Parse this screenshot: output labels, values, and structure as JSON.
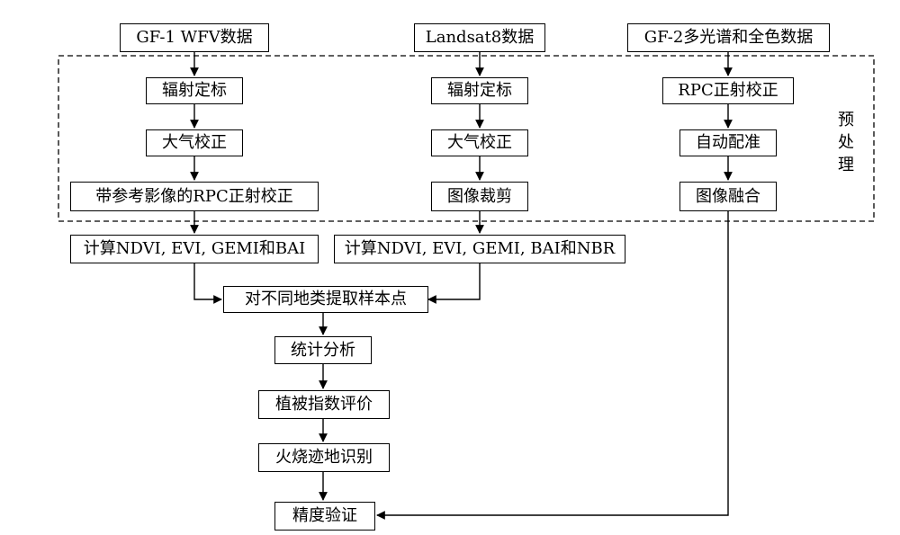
{
  "sources": {
    "gf1": "GF-1 WFV数据",
    "landsat": "Landsat8数据",
    "gf2": "GF-2多光谱和全色数据"
  },
  "preprocess": {
    "label_chars": [
      "预",
      "处",
      "理"
    ],
    "gf1_steps": [
      "辐射定标",
      "大气校正",
      "带参考影像的RPC正射校正"
    ],
    "landsat_steps": [
      "辐射定标",
      "大气校正",
      "图像裁剪"
    ],
    "gf2_steps": [
      "RPC正射校正",
      "自动配准",
      "图像融合"
    ]
  },
  "indices": {
    "gf1": "计算NDVI, EVI, GEMI和BAI",
    "landsat": "计算NDVI, EVI, GEMI, BAI和NBR"
  },
  "pipeline": [
    "对不同地类提取样本点",
    "统计分析",
    "植被指数评价",
    "火烧迹地识别",
    "精度验证"
  ]
}
